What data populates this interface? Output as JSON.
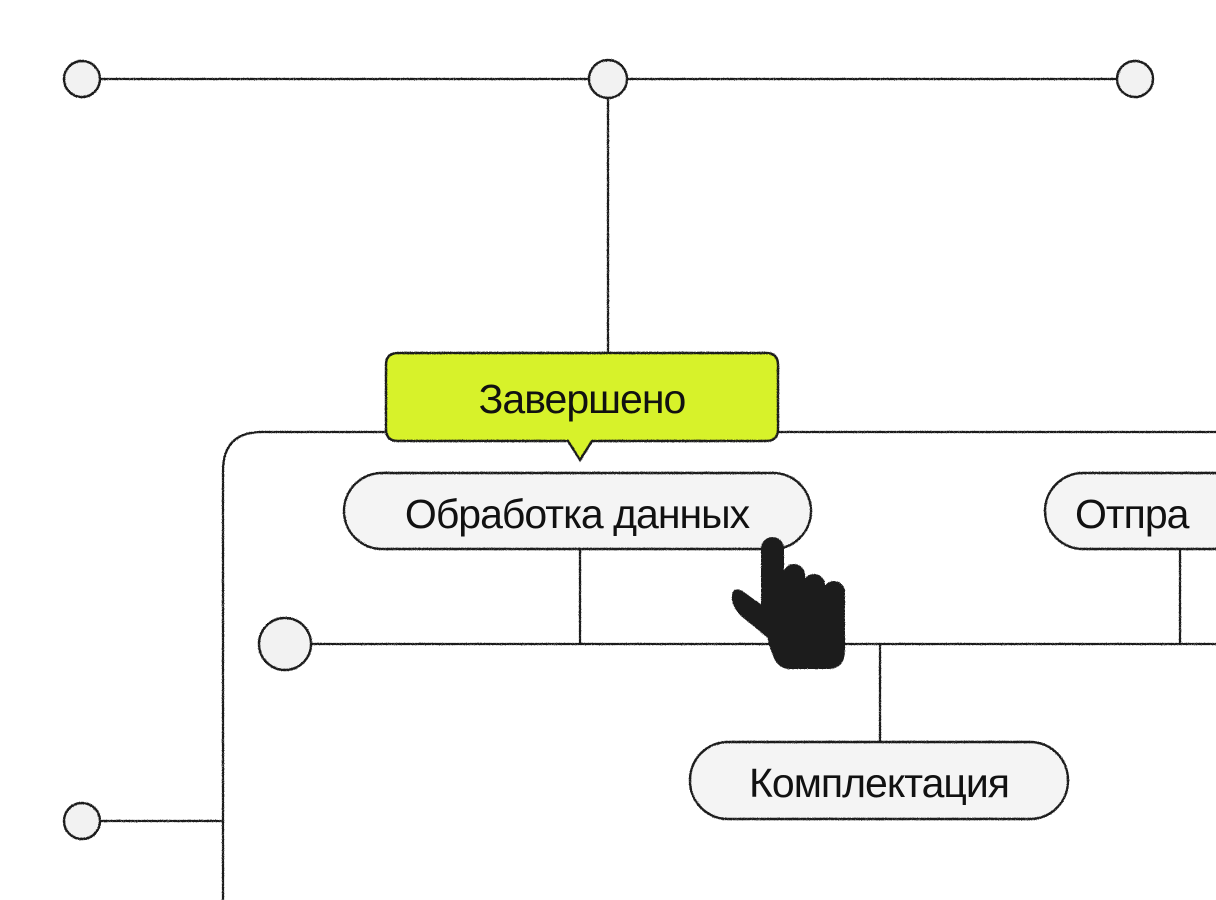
{
  "status_tooltip": {
    "label": "Завершено",
    "color": "#d7f22b"
  },
  "nodes": {
    "data_processing": "Обработка данных",
    "shipping_partial": "Отпра",
    "picking": "Комплектация"
  },
  "colors": {
    "line": "#1a1a1a",
    "pill_fill": "#f4f4f4",
    "node_fill": "#f2f2f2",
    "background": "#ffffff",
    "cursor": "#1e1e1e"
  },
  "icons": {
    "cursor": "hand-pointer-icon"
  }
}
